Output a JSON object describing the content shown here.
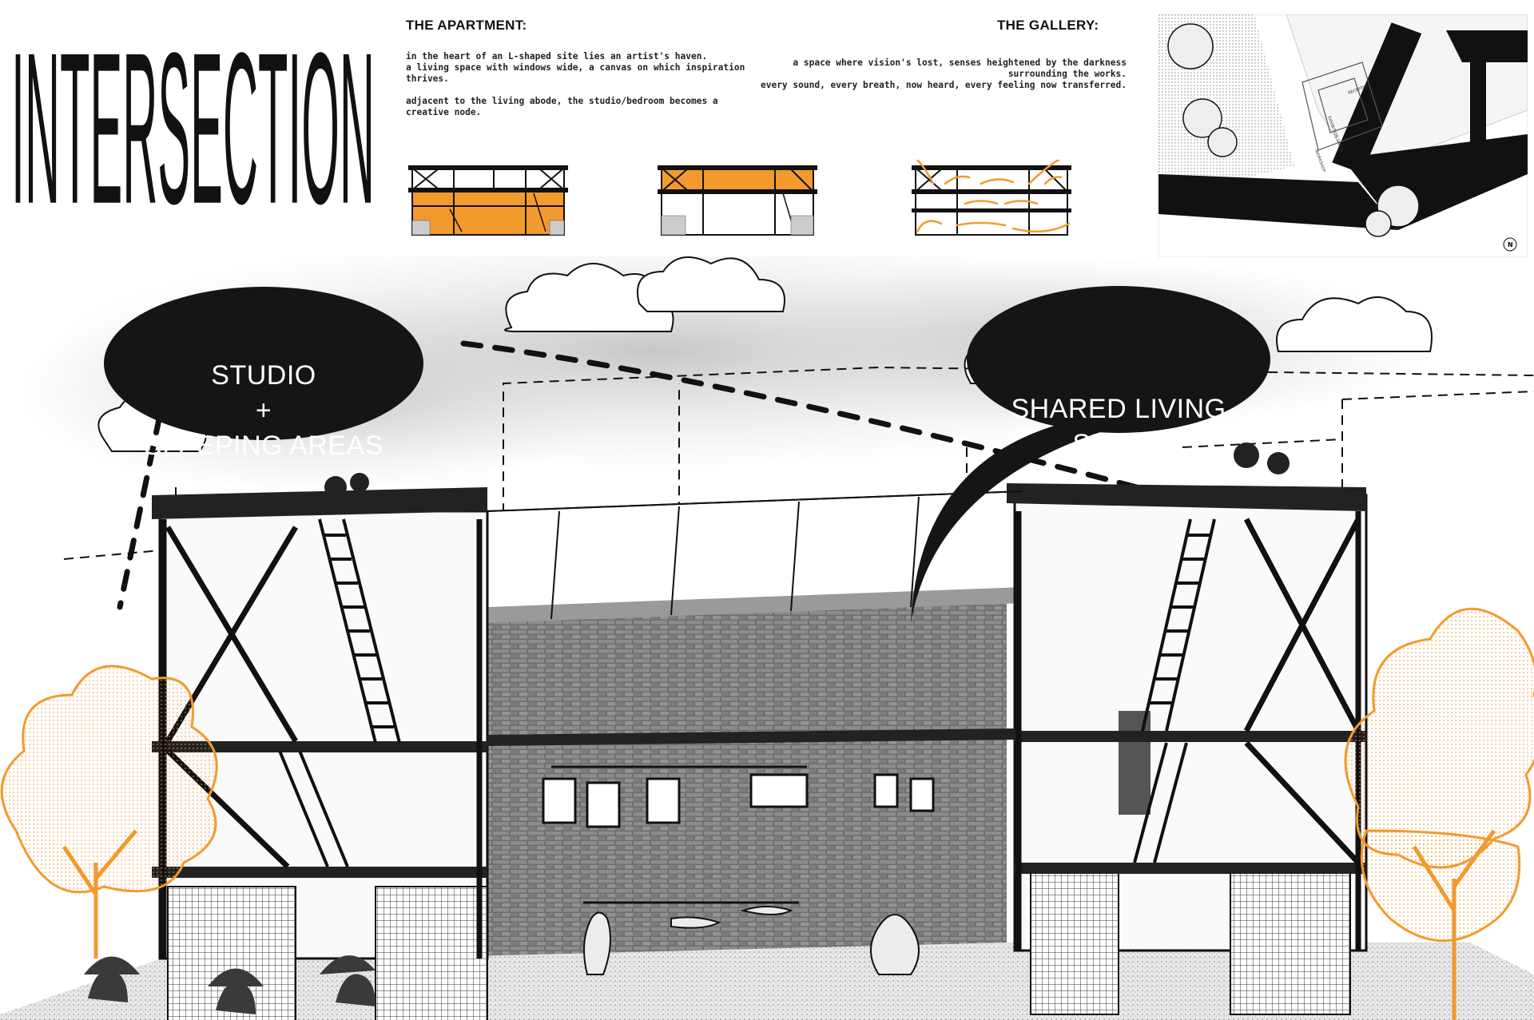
{
  "poster": {
    "title": "INTERSECTION"
  },
  "apartment": {
    "heading": "THE APARTMENT:",
    "p1_line1": "in the heart of an L-shaped site lies an artist's haven.",
    "p1_line2": "a living space with windows wide, a canvas on which inspiration thrives.",
    "p2": "adjacent to the living abode, the studio/bedroom becomes a creative node."
  },
  "gallery": {
    "heading": "THE GALLERY:",
    "line1": "a space where vision's lost, senses heightened by the darkness",
    "line2": "surrounding the works.",
    "line3": "every sound, every breath, now heard, every feeling now transferred."
  },
  "plan": {
    "label_reception": "RECEPTION",
    "label_exhibition": "EXHIBITION SPACE",
    "label_workshop": "WORKSHOP",
    "north": "N"
  },
  "bubbles": {
    "left_line1": "STUDIO",
    "left_line2": "+",
    "left_line3": "SLEEPING AREAS",
    "right_line1": "SHARED LIVING",
    "right_line2": "SPACE"
  },
  "colors": {
    "accent_orange": "#f29a2e",
    "ink": "#111111",
    "cloud_gray": "#cfcfcf"
  }
}
